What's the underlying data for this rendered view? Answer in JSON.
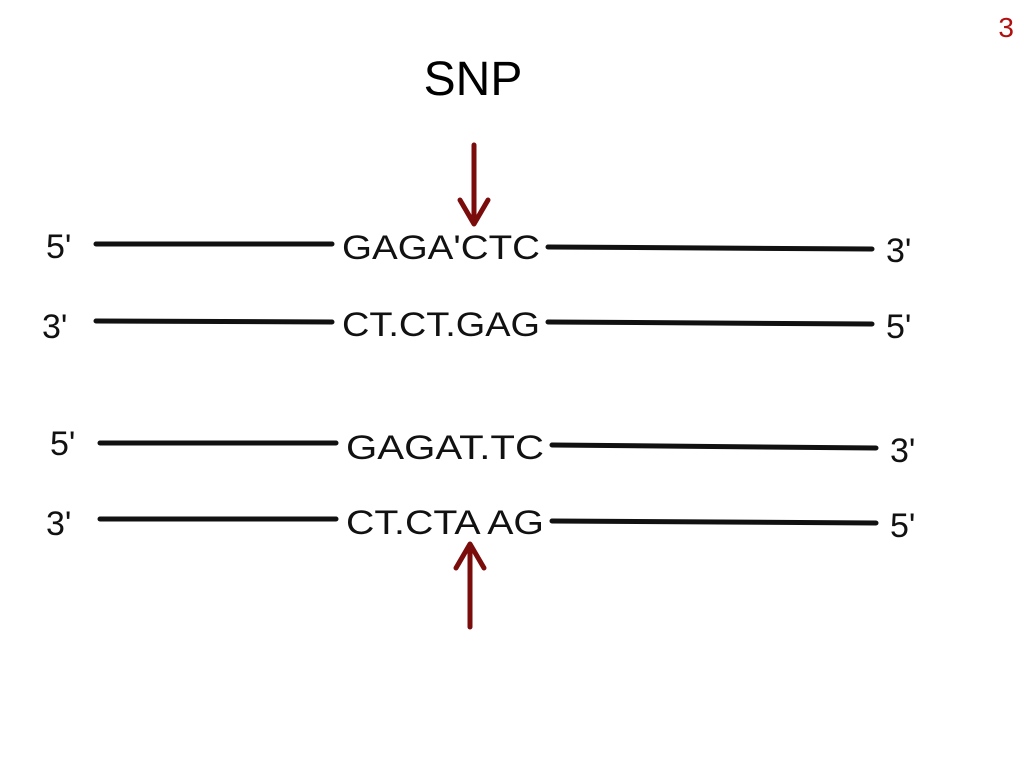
{
  "page_number": "3",
  "title": "SNP",
  "accent_color": "#7a0c0c",
  "pairs": [
    {
      "top": {
        "left_end": "5'",
        "sequence": "GAGA'CTC",
        "right_end": "3'"
      },
      "bottom": {
        "left_end": "3'",
        "sequence": "CT.CT.GAG",
        "right_end": "5'"
      }
    },
    {
      "top": {
        "left_end": "5'",
        "sequence": "GAGAT.TC",
        "right_end": "3'"
      },
      "bottom": {
        "left_end": "3'",
        "sequence": "CT.CTA AG",
        "right_end": "5'"
      }
    }
  ],
  "icons": [
    "arrow-down-icon",
    "arrow-up-icon"
  ]
}
